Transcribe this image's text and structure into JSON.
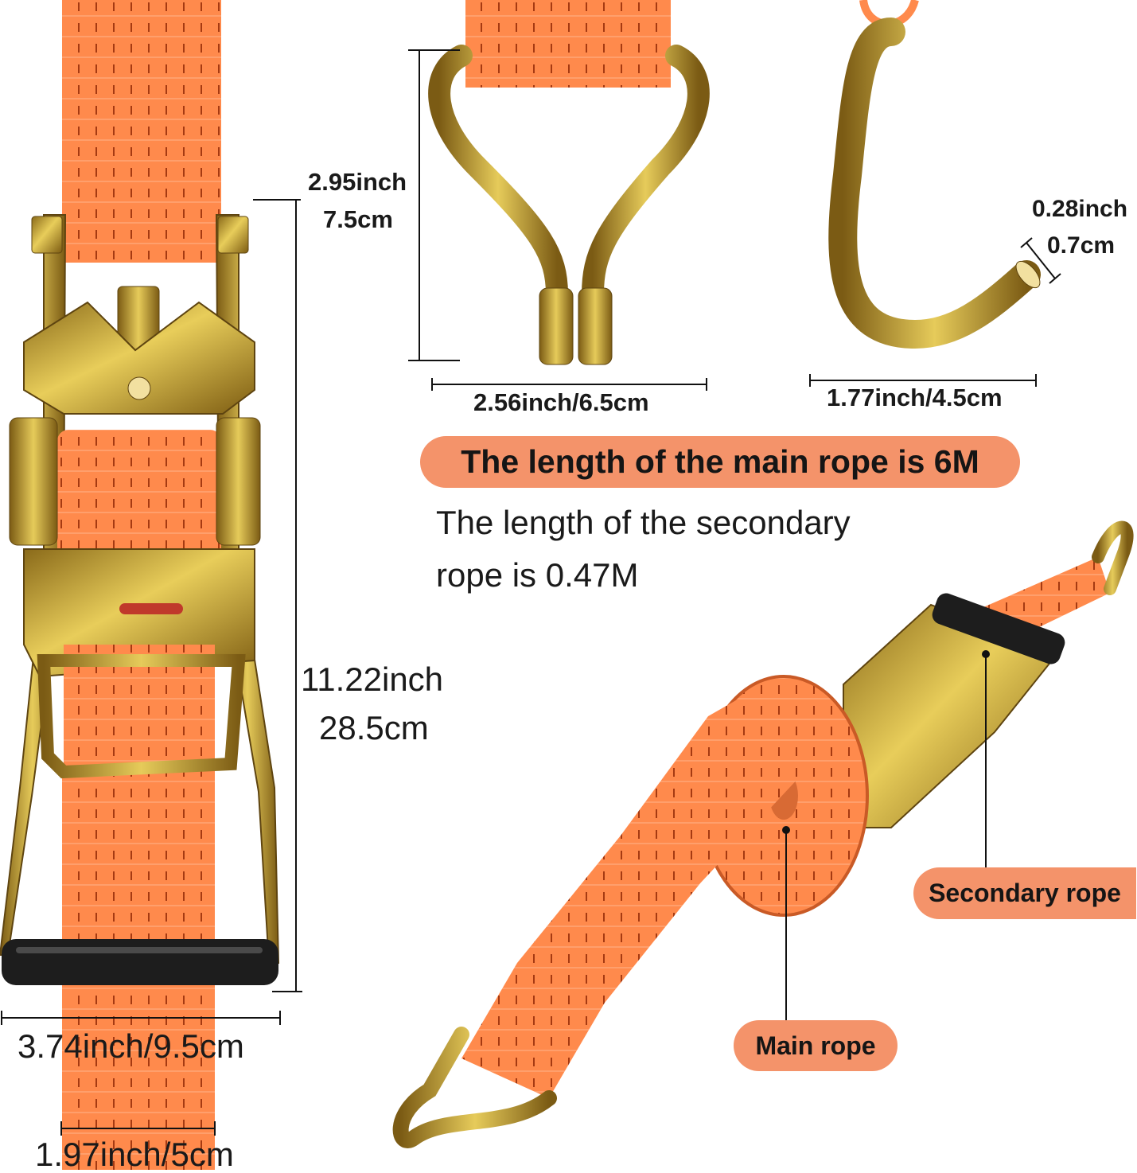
{
  "dimensions": {
    "hook_height_in": "2.95inch",
    "hook_height_cm": "7.5cm",
    "hook_width": "2.56inch/6.5cm",
    "jhook_gauge_in": "0.28inch",
    "jhook_gauge_cm": "0.7cm",
    "jhook_width": "1.77inch/4.5cm",
    "ratchet_length_in": "11.22inch",
    "ratchet_length_cm": "28.5cm",
    "ratchet_width": "3.74inch/9.5cm",
    "strap_width": "1.97inch/5cm"
  },
  "headline": "The length of the main rope is 6M",
  "secondary_line1": "The length of the secondary",
  "secondary_line2": "rope is 0.47M",
  "callouts": {
    "secondary_rope": "Secondary rope",
    "main_rope": "Main rope"
  },
  "colors": {
    "strap_orange": "#ff8a4c",
    "pill_salmon": "#f4936a",
    "metal_gold": "#c9a532",
    "handle_black": "#1d1d1d"
  }
}
